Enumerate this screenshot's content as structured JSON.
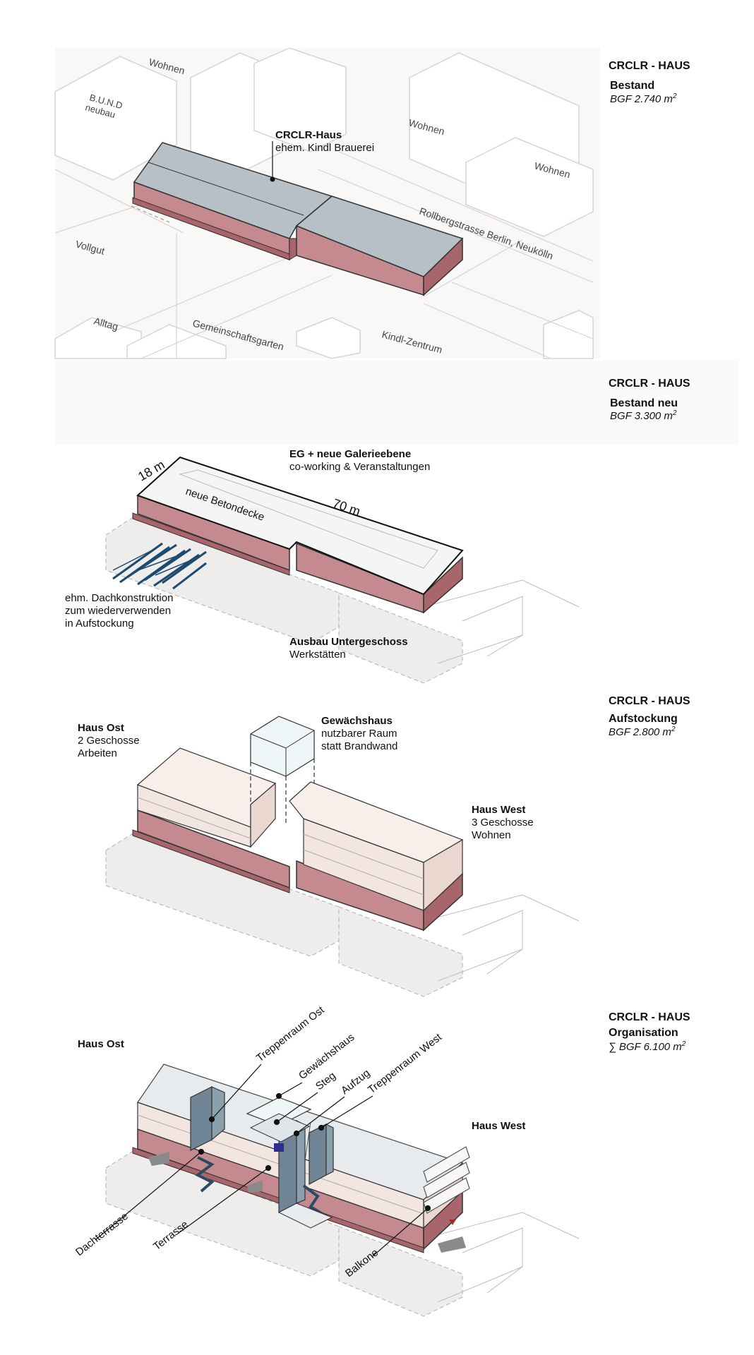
{
  "stages": [
    {
      "title": "CRCLR - HAUS",
      "subtitle": "Bestand",
      "area": "BGF 2.740 m",
      "area_sup": "2",
      "building_label_bold": "CRCLR-Haus",
      "building_label": "ehem. Kindl Brauerei",
      "context": [
        "Wohnen",
        "B.U.N.D",
        "neubau",
        "Wohnen",
        "Wohnen",
        "Rollbergstrasse Berlin, Neukölln",
        "Vollgut",
        "Alltag",
        "Gemeinschaftsgarten",
        "Kindl-Zentrum"
      ]
    },
    {
      "title": "CRCLR - HAUS",
      "subtitle": "Bestand neu",
      "area": "BGF 3.300 m",
      "area_sup": "2",
      "dim_width": "18 m",
      "dim_length": "70 m",
      "slab": "neue Betondecke",
      "ground_bold": "EG + neue Galerieebene",
      "ground": "co-working & Veranstaltungen",
      "roof_lines": [
        "ehm. Dachkonstruktion",
        "zum wiederverwenden",
        "in Aufstockung"
      ],
      "basement_bold": "Ausbau Untergeschoss",
      "basement": "Werkstätten"
    },
    {
      "title": "CRCLR - HAUS",
      "subtitle": "Aufstockung",
      "area": "BGF 2.800 m",
      "area_sup": "2",
      "east_bold": "Haus Ost",
      "east_lines": [
        "2 Geschosse",
        "Arbeiten"
      ],
      "green_bold": "Gewächshaus",
      "green_lines": [
        "nutzbarer Raum",
        "statt Brandwand"
      ],
      "west_bold": "Haus West",
      "west_lines": [
        "3 Geschosse",
        "Wohnen"
      ]
    },
    {
      "title": "CRCLR - HAUS",
      "subtitle": "Organisation",
      "area": "∑ BGF 6.100 m",
      "area_sup": "2",
      "east_bold": "Haus Ost",
      "west_bold": "Haus West",
      "callouts": [
        "Treppenraum Ost",
        "Gewächshaus",
        "Steg",
        "Aufzug",
        "Treppenraum West",
        "Dachterrasse",
        "Terrasse",
        "Balkone"
      ]
    }
  ],
  "colors": {
    "brick": "#c48a8f",
    "brick_dark": "#a9656c",
    "roof": "#b7c0c6",
    "pale": "#f3e6e0",
    "steel": "#6f8595",
    "context_line": "#d9d3cf"
  }
}
